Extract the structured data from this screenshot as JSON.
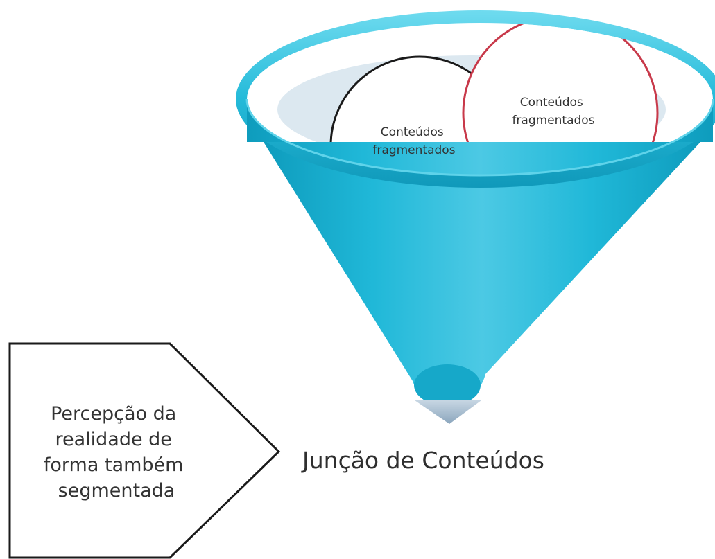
{
  "diagram": {
    "circle_left_label": [
      "Conteúdos",
      "fragmentados"
    ],
    "circle_right_label": [
      "Conteúdos",
      "fragmentados"
    ],
    "pentagon_label": [
      "Percepção da",
      "realidade de",
      "forma também",
      "segmentada"
    ],
    "result_label": "Junção de Conteúdos"
  },
  "colors": {
    "funnel": "#1cb4d4",
    "funnel_dark": "#0f93b3",
    "funnel_light": "#5fd3ea",
    "inner_ellipse": "#dbe7ef",
    "circle_left_stroke": "#1a1a1a",
    "circle_right_stroke": "#c8394a",
    "arrow": "#9db4c8"
  }
}
